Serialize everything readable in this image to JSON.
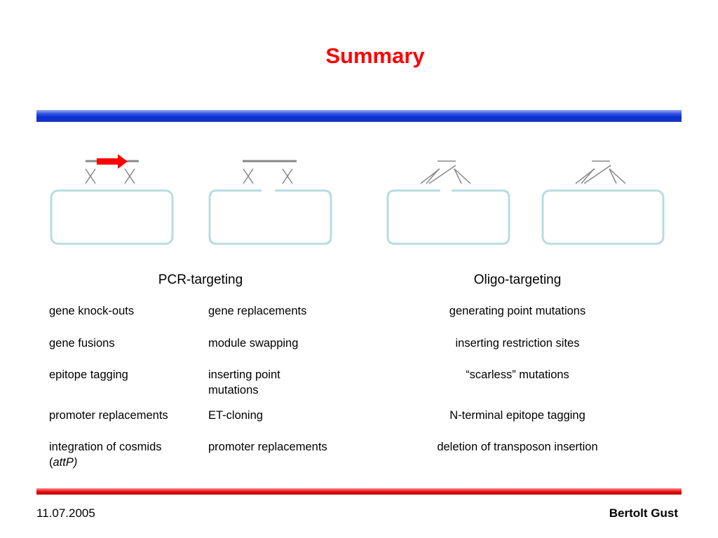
{
  "title": "Summary",
  "columns": {
    "pcr": "PCR-targeting",
    "oligo": "Oligo-targeting"
  },
  "rows": [
    {
      "pcr_a": "gene knock-outs",
      "pcr_b": "gene replacements",
      "oligo": "generating point mutations"
    },
    {
      "pcr_a": "gene fusions",
      "pcr_b": "module swapping",
      "oligo": "inserting restriction sites"
    },
    {
      "pcr_a": "epitope tagging",
      "pcr_b": "inserting point mutations",
      "oligo": "“scarless” mutations"
    },
    {
      "pcr_a": "promoter replacements",
      "pcr_b": "ET-cloning",
      "oligo": "N-terminal epitope tagging"
    },
    {
      "pcr_a": "integration of cosmids",
      "pcr_a_paren_open": "(",
      "pcr_a_italic": "attP)",
      "pcr_b": "promoter replacements",
      "oligo": "deletion of transposon insertion"
    }
  ],
  "footer": {
    "date": "11.07.2005",
    "author": "Bertolt Gust"
  },
  "colors": {
    "title": "#ff0000",
    "top_rule": "#0b2fd6",
    "bottom_rule": "#ee1111",
    "plasmid": "#b8dce0",
    "dna_line": "#888888",
    "marker": "#ff0000"
  }
}
